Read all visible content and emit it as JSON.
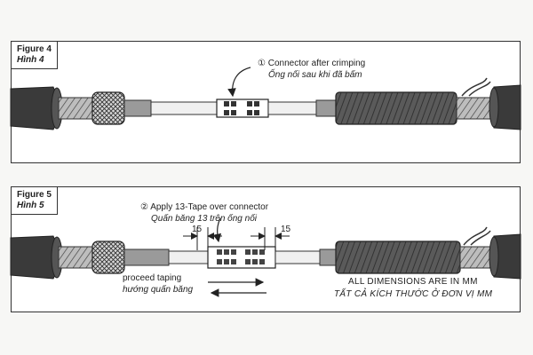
{
  "figure4": {
    "title_en": "Figure 4",
    "title_vi": "Hình 4",
    "callout_number": "①",
    "callout_en": "Connector after crimping",
    "callout_vi": "Ống nối sau khi đã bấm"
  },
  "figure5": {
    "title_en": "Figure 5",
    "title_vi": "Hình 5",
    "callout_number": "②",
    "callout_en": "Apply 13-Tape over connector",
    "callout_vi": "Quấn băng 13 trên ống nối",
    "dim_left": "15",
    "dim_right": "15",
    "taping_en": "proceed taping",
    "taping_vi": "hướng quấn băng",
    "note_en": "ALL DIMENSIONS ARE IN MM",
    "note_vi": "TẤT CẢ KÍCH THƯỚC Ở ĐƠN VỊ MM"
  },
  "colors": {
    "ink": "#222222",
    "cable_dark": "#3a3a3a",
    "cable_mid": "#6a6a6a"
  }
}
